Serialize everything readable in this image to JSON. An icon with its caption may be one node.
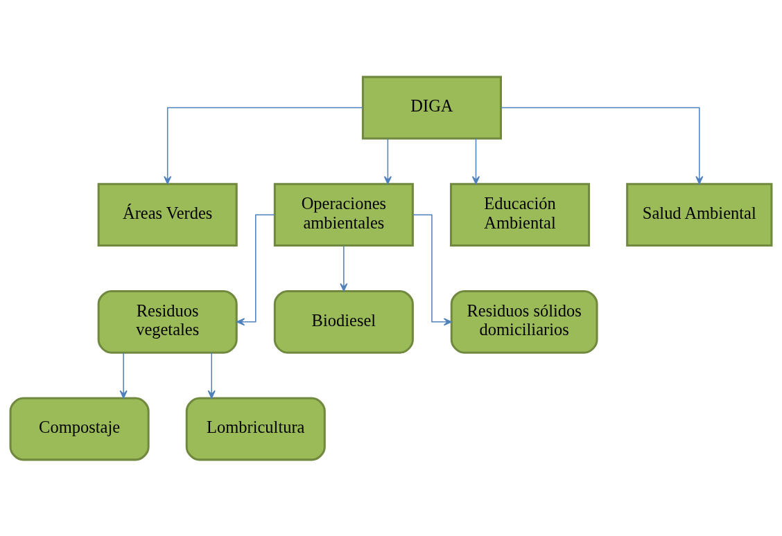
{
  "diagram": {
    "nodes": [
      {
        "text": [
          "DIGA"
        ]
      },
      {
        "text": [
          "Áreas Verdes"
        ]
      },
      {
        "text": [
          "Operaciones ambientales"
        ]
      },
      {
        "text": [
          "Educación Ambiental"
        ]
      },
      {
        "text": [
          "Salud Ambiental"
        ]
      },
      {
        "text": [
          "Residuos vegetales"
        ]
      },
      {
        "text": [
          "Biodiesel"
        ]
      },
      {
        "text": [
          "Residuos sólidos domiciliarios"
        ]
      },
      {
        "text": [
          "Compostaje"
        ]
      },
      {
        "text": [
          "Lombricultura"
        ]
      }
    ],
    "edges": [
      {
        "from": 0,
        "to": 1,
        "arrow": "to"
      },
      {
        "from": 0,
        "to": 2,
        "arrow": "to"
      },
      {
        "from": 0,
        "to": 3,
        "arrow": "to"
      },
      {
        "from": 0,
        "to": 4,
        "arrow": "to"
      },
      {
        "from": 2,
        "to": 5,
        "arrow": "to"
      },
      {
        "from": 2,
        "to": 6,
        "arrow": "to"
      },
      {
        "from": 2,
        "to": 7,
        "arrow": "to"
      },
      {
        "from": 5,
        "to": 8,
        "arrow": "to"
      },
      {
        "from": 5,
        "to": 9,
        "arrow": "to"
      }
    ]
  }
}
